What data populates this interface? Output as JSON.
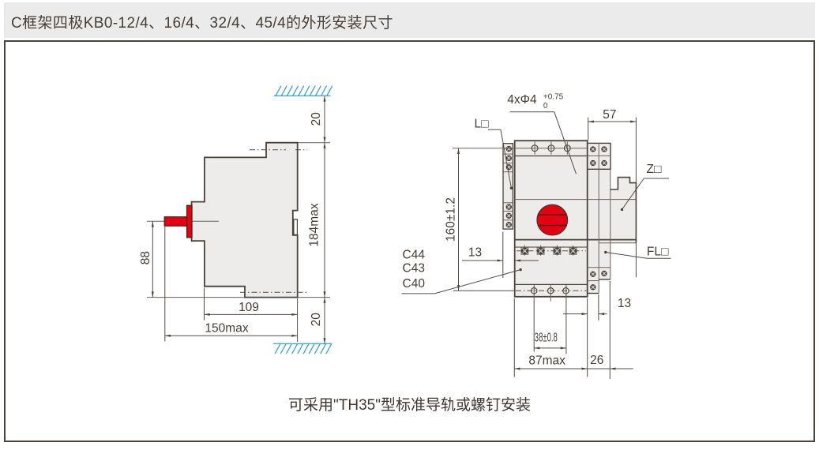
{
  "title": "C框架四极KB0-12/4、16/4、32/4、45/4的外形安装尺寸",
  "caption": "可采用\"TH35\"型标准导轨或螺钉安装",
  "colors": {
    "title_bar_bg": "#ebebeb",
    "line": "#4a423b",
    "body_fill": "#edecea",
    "accent_red": "#e60012",
    "hatch_blue": "#3aa3da"
  },
  "side_view": {
    "dim_top_clearance": "20",
    "dim_total_height": "184max",
    "dim_handle_height": "88",
    "dim_body_depth": "109",
    "dim_total_depth": "150max",
    "dim_bottom_clearance": "20"
  },
  "front_view": {
    "dim_mounting_holes": "4xΦ4",
    "dim_holes_tol_upper": "+0.75",
    "dim_holes_tol_lower": "0",
    "dim_side_extension": "57",
    "dim_mounting_height": "160±1.2",
    "dim_left_module_width": "13",
    "dim_hole_spacing": "38±0.8",
    "dim_body_width": "87max",
    "dim_right_modules_width": "26",
    "dim_fl_module_width": "13",
    "label_l_module": "L□",
    "label_z_module": "Z□",
    "label_fl_module": "FL□",
    "models": [
      "C44",
      "C43",
      "C40"
    ]
  }
}
